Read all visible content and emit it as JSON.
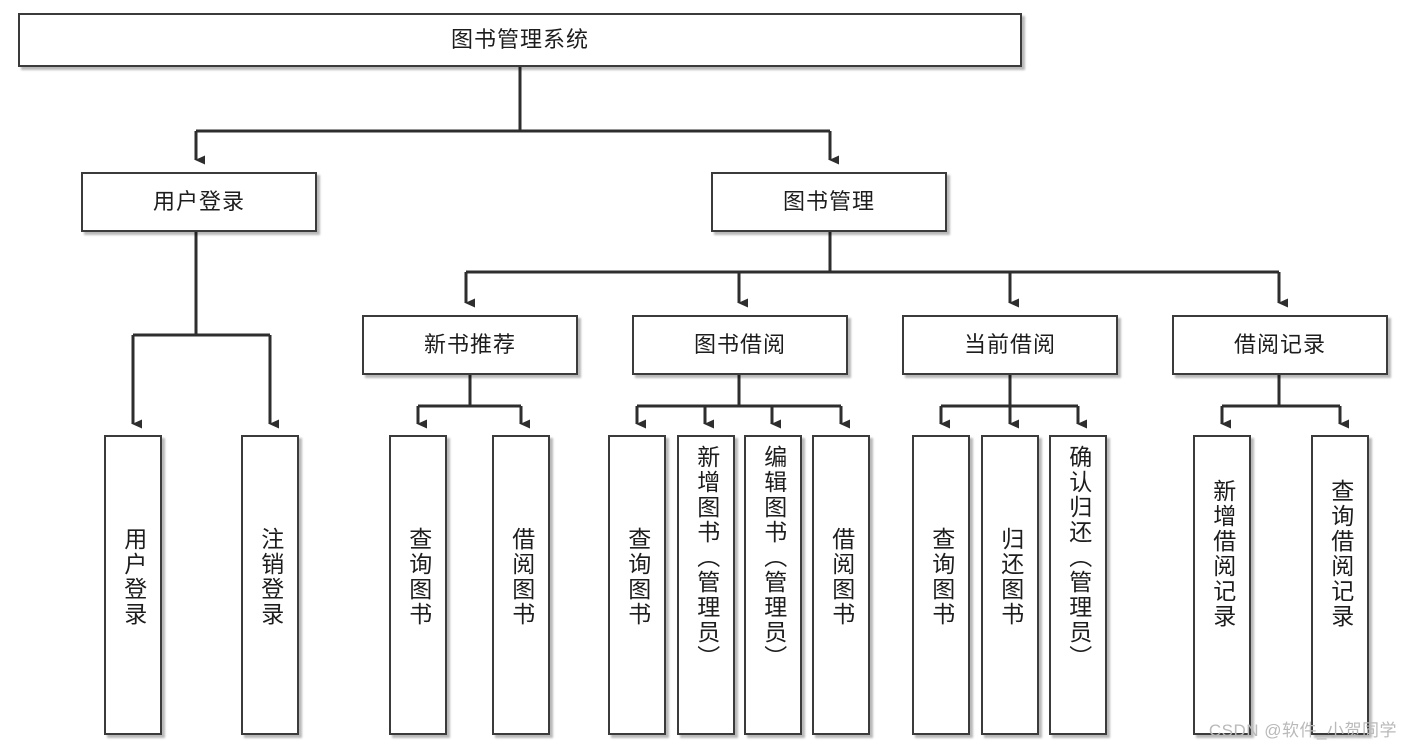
{
  "diagram": {
    "type": "tree-hierarchy-chart",
    "title_text": "图书管理系统",
    "colors": {
      "box_border": "#3b3b3b",
      "box_fill": "#ffffff",
      "connector": "#2e2e2e",
      "text": "#1d1d1d",
      "watermark": "#b9b9b9",
      "background": "#ffffff"
    },
    "root": {
      "label": "图书管理系统"
    },
    "level2": [
      {
        "label": "用户登录"
      },
      {
        "label": "图书管理"
      }
    ],
    "level3": [
      {
        "label": "新书推荐"
      },
      {
        "label": "图书借阅"
      },
      {
        "label": "当前借阅"
      },
      {
        "label": "借阅记录"
      }
    ],
    "leaves": {
      "user_login": [
        {
          "label": "用户登录"
        },
        {
          "label": "注销登录"
        }
      ],
      "new_book_recommend": [
        {
          "label": "查询图书"
        },
        {
          "label": "借阅图书"
        }
      ],
      "book_borrow": [
        {
          "label": "查询图书"
        },
        {
          "label": "新增图书（管理员）"
        },
        {
          "label": "编辑图书（管理员）"
        },
        {
          "label": "借阅图书"
        }
      ],
      "current_borrow": [
        {
          "label": "查询图书"
        },
        {
          "label": "归还图书"
        },
        {
          "label": "确认归还（管理员）"
        }
      ],
      "borrow_records": [
        {
          "label": "新增借阅记录"
        },
        {
          "label": "查询借阅记录"
        }
      ]
    },
    "watermark": "CSDN @软件_小贺同学"
  }
}
